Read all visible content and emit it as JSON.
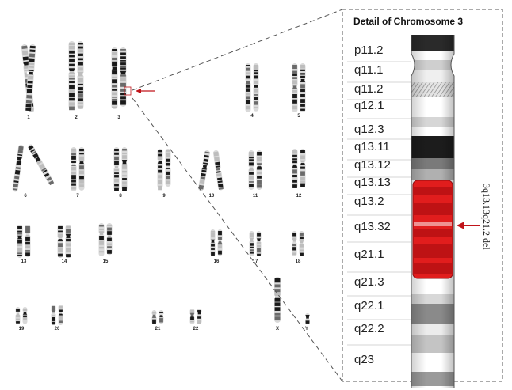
{
  "detail": {
    "title": "Detail of Chromosome 3",
    "band_labels": [
      "p11.2",
      "q11.1",
      "q11.2",
      "q12.1",
      "q12.3",
      "q13.11",
      "q13.12",
      "q13.13",
      "q13.2",
      "q13.32",
      "q21.1",
      "q21.3",
      "q22.1",
      "q22.2",
      "q23"
    ],
    "deletion_label": "3q13.13q21.2 del"
  },
  "karyotype": {
    "labels": [
      "1",
      "2",
      "3",
      "4",
      "5",
      "6",
      "7",
      "8",
      "9",
      "10",
      "11",
      "12",
      "13",
      "14",
      "15",
      "16",
      "17",
      "18",
      "19",
      "20",
      "21",
      "22",
      "X",
      "Y"
    ]
  },
  "colors": {
    "deletion_fill": "#e11d1d",
    "deletion_dark": "#b10f12",
    "arrow": "#c0141a",
    "dashed_line": "#555555"
  }
}
